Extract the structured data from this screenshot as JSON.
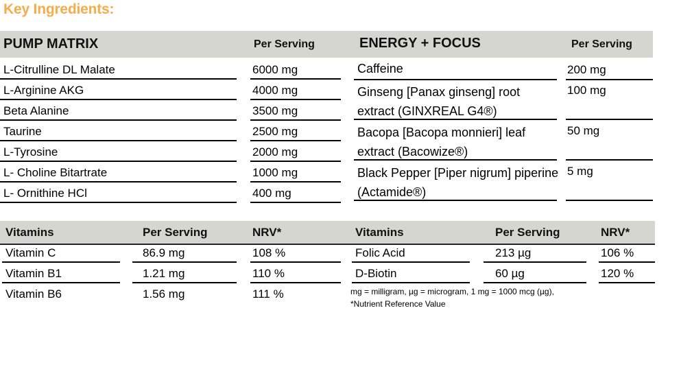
{
  "title": "Key Ingredients:",
  "colors": {
    "title_orange": "#f5ac4a",
    "header_band_gray": "#d6d6d0",
    "rule_black": "#000000",
    "page_background": "#ffffff"
  },
  "tables": {
    "pump_matrix": {
      "header": {
        "name": "PUMP MATRIX",
        "amount": "Per Serving"
      },
      "rows": [
        {
          "name": "L-Citrulline DL Malate",
          "amount": "6000 mg"
        },
        {
          "name": "L-Arginine AKG",
          "amount": "4000 mg"
        },
        {
          "name": "Beta Alanine",
          "amount": "3500 mg"
        },
        {
          "name": "Taurine",
          "amount": "2500 mg"
        },
        {
          "name": "L-Tyrosine",
          "amount": "2000 mg"
        },
        {
          "name": "L- Choline Bitartrate",
          "amount": "1000 mg"
        },
        {
          "name": "L- Ornithine HCl",
          "amount": "400 mg"
        }
      ]
    },
    "energy_focus": {
      "header": {
        "name": "ENERGY + FOCUS",
        "amount": "Per Serving"
      },
      "rows": [
        {
          "name": "Caffeine",
          "amount": "200 mg"
        },
        {
          "name": "Ginseng [Panax ginseng] root extract (GINXREAL G4®)",
          "amount": "100 mg"
        },
        {
          "name": "Bacopa [Bacopa monnieri] leaf extract  (Bacowize®)",
          "amount": "50 mg"
        },
        {
          "name": "Black Pepper [Piper nigrum] piperine (Actamide®)",
          "amount": "5 mg"
        }
      ]
    },
    "vitamins_left": {
      "header": {
        "name": "Vitamins",
        "amount": "Per Serving",
        "nrv": "NRV*"
      },
      "rows": [
        {
          "name": "Vitamin C",
          "amount": "86.9 mg",
          "nrv": "108 %"
        },
        {
          "name": "Vitamin B1",
          "amount": "1.21 mg",
          "nrv": "110 %"
        },
        {
          "name": "Vitamin B6",
          "amount": "1.56 mg",
          "nrv": "111 %"
        }
      ]
    },
    "vitamins_right": {
      "header": {
        "name": "Vitamins",
        "amount": "Per Serving",
        "nrv": "NRV*"
      },
      "rows": [
        {
          "name": "Folic Acid",
          "amount": "213 µg",
          "nrv": "106 %"
        },
        {
          "name": "D-Biotin",
          "amount": "60 µg",
          "nrv": "120 %"
        }
      ]
    }
  },
  "footnote": {
    "line1": "mg = milligram, µg = microgram, 1 mg = 1000 mcg (µg),",
    "line2": "*Nutrient Reference Value"
  }
}
